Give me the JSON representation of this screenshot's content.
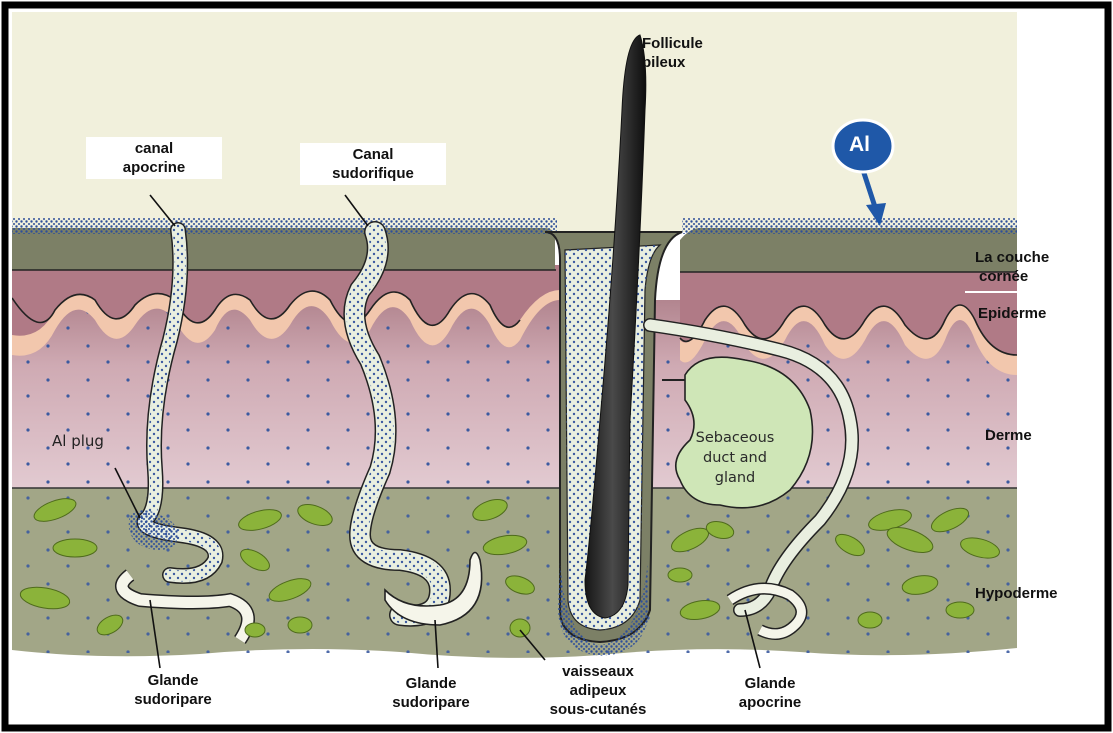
{
  "labels": {
    "follicule": [
      "Follicule",
      "pileux"
    ],
    "canal_apocrine": [
      "canal",
      "apocrine"
    ],
    "canal_sudorifique": [
      "Canal",
      "sudorifique"
    ],
    "ai": "Al",
    "couche_cornee": [
      "La couche",
      "cornée"
    ],
    "epiderme": "Epiderme",
    "derme": "Derme",
    "hypoderme": "Hypoderme",
    "al_plug": "Al plug",
    "sebaceous": [
      "Sebaceous",
      "duct and",
      "gland"
    ],
    "glande_sudoripare_1": [
      "Glande",
      "sudoripare"
    ],
    "glande_sudoripare_2": [
      "Glande",
      "sudoripare"
    ],
    "vaisseaux": [
      "vaisseaux",
      "adipeux",
      "sous-cutanés"
    ],
    "glande_apocrine": [
      "Glande",
      "apocrine"
    ]
  },
  "colors": {
    "background_top": "#f1f0dc",
    "stratum_corneum": "#7c8066",
    "epidermis": "#f2c7ad",
    "dermis_upper": "#b58a95",
    "dermis_lower": "#ddc3cc",
    "hypodermis": "#a2a687",
    "fat_cells": "#8bb33a",
    "dots": "#3b5aa0",
    "hair": "#2a2a2a",
    "gland_fill": "#e9efe0",
    "sebaceous_fill": "#cfe6b7",
    "ai_badge": "#1f58a8"
  }
}
